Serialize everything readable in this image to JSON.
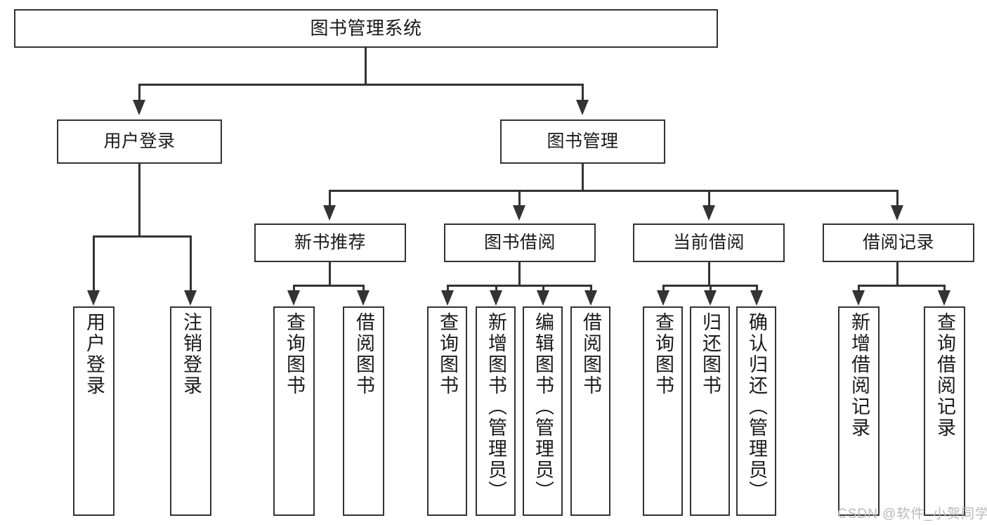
{
  "diagram": {
    "type": "tree-hierarchy-chart",
    "title": "图书管理系统",
    "levels": 4,
    "root": {
      "id": "root",
      "label": "图书管理系统",
      "orientation": "horizontal"
    },
    "level2": [
      {
        "id": "user-login",
        "label": "用户登录",
        "orientation": "horizontal"
      },
      {
        "id": "book-manage",
        "label": "图书管理",
        "orientation": "horizontal"
      }
    ],
    "level3": [
      {
        "id": "new-book-recommend",
        "label": "新书推荐",
        "orientation": "horizontal",
        "parent": "book-manage"
      },
      {
        "id": "book-borrow",
        "label": "图书借阅",
        "orientation": "horizontal",
        "parent": "book-manage"
      },
      {
        "id": "current-borrow",
        "label": "当前借阅",
        "orientation": "horizontal",
        "parent": "book-manage"
      },
      {
        "id": "borrow-record",
        "label": "借阅记录",
        "orientation": "horizontal",
        "parent": "book-manage"
      }
    ],
    "leaves": {
      "user_login": [
        {
          "id": "leaf-user-login",
          "label": "用户登录"
        },
        {
          "id": "leaf-logout-login",
          "label": "注销登录"
        }
      ],
      "new_book_recommend": [
        {
          "id": "leaf-query-book-1",
          "label": "查询图书"
        },
        {
          "id": "leaf-borrow-book-1",
          "label": "借阅图书"
        }
      ],
      "book_borrow": [
        {
          "id": "leaf-query-book-2",
          "label": "查询图书"
        },
        {
          "id": "leaf-add-book",
          "label": "新增图书（管理员）"
        },
        {
          "id": "leaf-edit-book",
          "label": "编辑图书（管理员）"
        },
        {
          "id": "leaf-borrow-book-2",
          "label": "借阅图书"
        }
      ],
      "current_borrow": [
        {
          "id": "leaf-query-book-3",
          "label": "查询图书"
        },
        {
          "id": "leaf-return-book",
          "label": "归还图书"
        },
        {
          "id": "leaf-confirm-return",
          "label": "确认归还（管理员）"
        }
      ],
      "borrow_record": [
        {
          "id": "leaf-add-record",
          "label": "新增借阅记录"
        },
        {
          "id": "leaf-query-record",
          "label": "查询借阅记录"
        }
      ]
    }
  },
  "watermark": {
    "text": "CSDN @软件_小贺同学"
  },
  "colors": {
    "stroke": "#333333",
    "background": "#ffffff",
    "text": "#1a1a1a",
    "watermark": "#b9b9b9"
  }
}
